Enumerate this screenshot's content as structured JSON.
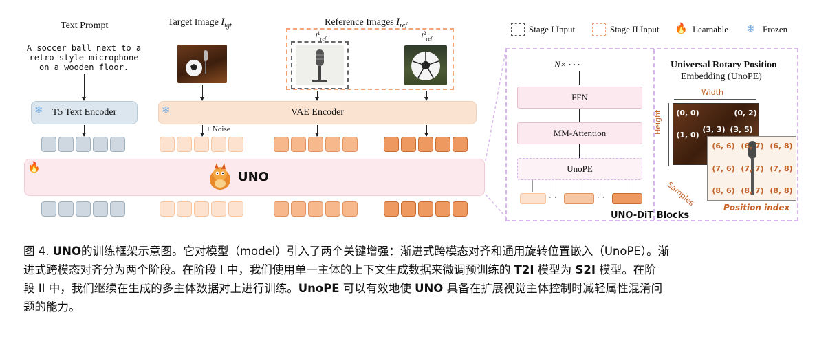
{
  "headings": {
    "text_prompt": "Text Prompt",
    "target_image": "Target Image",
    "target_sub": "tgt",
    "reference_images": "Reference Images",
    "reference_sub": "ref"
  },
  "prompt_text": "A soccer ball next to a retro-style microphone on a wooden floor.",
  "ref_labels": {
    "ref1_sup": "1",
    "ref2_sup": "2",
    "base": "I",
    "sub": "ref"
  },
  "legend": {
    "stage1": "Stage I Input",
    "stage2": "Stage II Input",
    "learnable": "Learnable",
    "frozen": "Frozen"
  },
  "encoders": {
    "t5": "T5 Text Encoder",
    "vae": "VAE Encoder"
  },
  "noise_label": "+ Noise",
  "uno_label": "UNO",
  "dit": {
    "repeat": "N× · · ·",
    "ffn": "FFN",
    "mm_attention": "MM-Attention",
    "unope": "UnoPE",
    "blocks_title": "UNO-DiT Blocks"
  },
  "unope": {
    "title_line1": "Universal Rotary Position",
    "title_line2": "Embedding (UnoPE)",
    "width": "Width",
    "height": "Height",
    "samples": "Samples",
    "position_index": "Position index",
    "back_cells": [
      "(0, 0)",
      "(0, 2)",
      "(1, 0)",
      "(3, 3)",
      "(3, 5)"
    ],
    "front_cells": [
      "(6, 6)",
      "(6, 7)",
      "(6, 8)",
      "(7, 6)",
      "(7, 7)",
      "(7, 8)",
      "(8, 6)",
      "(8, 7)",
      "(8, 8)"
    ]
  },
  "caption": {
    "line1_a": "图 4. ",
    "line1_b": "UNO",
    "line1_c": "的训练框架示意图。它对模型（model）引入了两个关键增强：渐进式跨模态对齐和通用旋转位置嵌入（UnoPE）。渐",
    "line2_a": "进式跨模态对齐分为两个阶段。在阶段 I 中，我们使用单一主体的上下文生成数据来微调预训练的 ",
    "line2_b": "T2I",
    "line2_c": " 模型为 ",
    "line2_d": "S2I",
    "line2_e": " 模型。在阶",
    "line3_a": "段 II 中，我们继续在生成的多主体数据对上进行训练。",
    "line3_b": "UnoPE",
    "line3_c": " 可以有效地使 ",
    "line3_d": "UNO",
    "line3_e": " 具备在扩展视觉主体控制时减轻属性混淆问",
    "line4": "题的能力。"
  },
  "colors": {
    "t5_encoder": "#dbe6ee",
    "vae_encoder": "#fbe3d2",
    "uno_band": "#fbe9ee",
    "stage2_border": "#f0a477",
    "dit_border": "#d7b6ec",
    "position_index": "#c4632a"
  },
  "icons": [
    "snowflake-icon",
    "flame-icon",
    "dragon-mascot-icon"
  ]
}
